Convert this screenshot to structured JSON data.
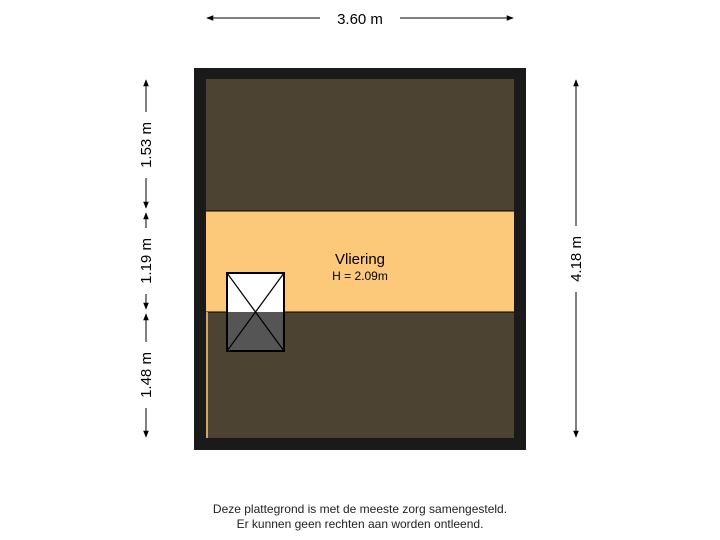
{
  "dimensions": {
    "width_top": "3.60 m",
    "height_right": "4.18 m",
    "left_segment_1": "1.53 m",
    "left_segment_2": "1.19 m",
    "left_segment_3": "1.48 m"
  },
  "room": {
    "name": "Vliering",
    "height": "H = 2.09m"
  },
  "colors": {
    "wall": "#1a1a1a",
    "low_area": "#4d4333",
    "room_fill": "#fcc87a",
    "hatch_dark": "#555555"
  },
  "disclaimer": {
    "line1": "Deze plattegrond is met de meeste zorg samengesteld.",
    "line2": "Er kunnen geen rechten aan worden ontleend."
  }
}
